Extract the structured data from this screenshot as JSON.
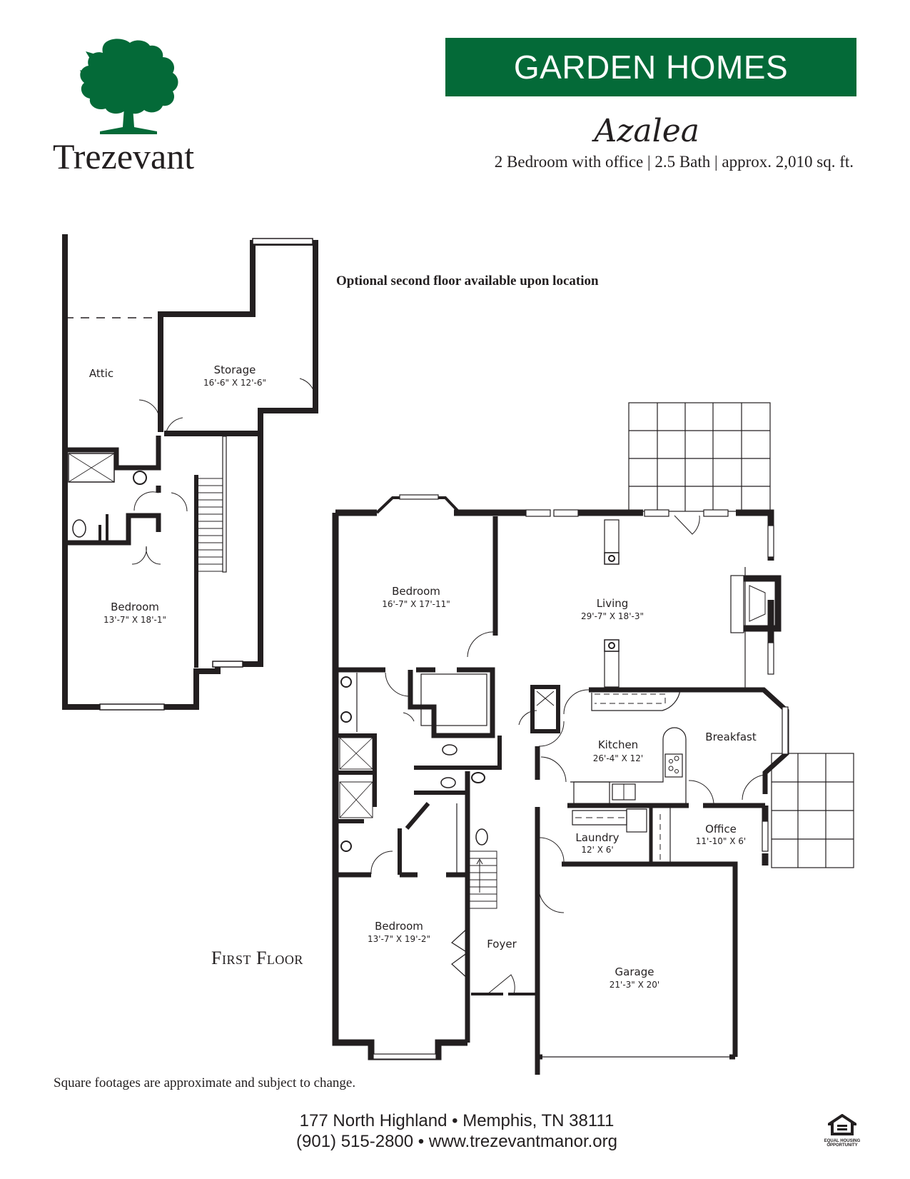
{
  "brand": {
    "name": "Trezevant",
    "logo_icon": "oak-tree-icon",
    "color": "#046a38"
  },
  "banner": {
    "title": "GARDEN HOMES",
    "background": "#046a38"
  },
  "model": {
    "name": "Azalea",
    "specs": "2 Bedroom with office | 2.5 Bath  |  approx. 2,010 sq. ft."
  },
  "second_floor": {
    "note": "Optional second floor available upon location",
    "rooms": [
      {
        "name": "Attic",
        "dims": ""
      },
      {
        "name": "Storage",
        "dims": "16'-6\" X 12'-6\""
      },
      {
        "name": "Bedroom",
        "dims": "13'-7\" X 18'-1\""
      }
    ]
  },
  "first_floor": {
    "label": "First Floor",
    "rooms": [
      {
        "name": "Bedroom",
        "dims": "16'-7\" X 17'-11\""
      },
      {
        "name": "Living",
        "dims": "29'-7\" X 18'-3\""
      },
      {
        "name": "Kitchen",
        "dims": "26'-4\" X 12'"
      },
      {
        "name": "Breakfast",
        "dims": ""
      },
      {
        "name": "Office",
        "dims": "11'-10\" X 6'"
      },
      {
        "name": "Laundry",
        "dims": "12' X 6'"
      },
      {
        "name": "Bedroom",
        "dims": "13'-7\" X 19'-2\""
      },
      {
        "name": "Foyer",
        "dims": ""
      },
      {
        "name": "Garage",
        "dims": "21'-3\" X 20'"
      }
    ]
  },
  "footer": {
    "disclaimer": "Square footages are approximate and subject to change.",
    "address_line": "177 North Highland  •  Memphis, TN 38111",
    "contact_line": "(901) 515-2800  •  www.trezevantmanor.org",
    "eho_line1": "EQUAL HOUSING",
    "eho_line2": "OPPORTUNITY",
    "eho_icon": "equal-housing-house-icon"
  }
}
